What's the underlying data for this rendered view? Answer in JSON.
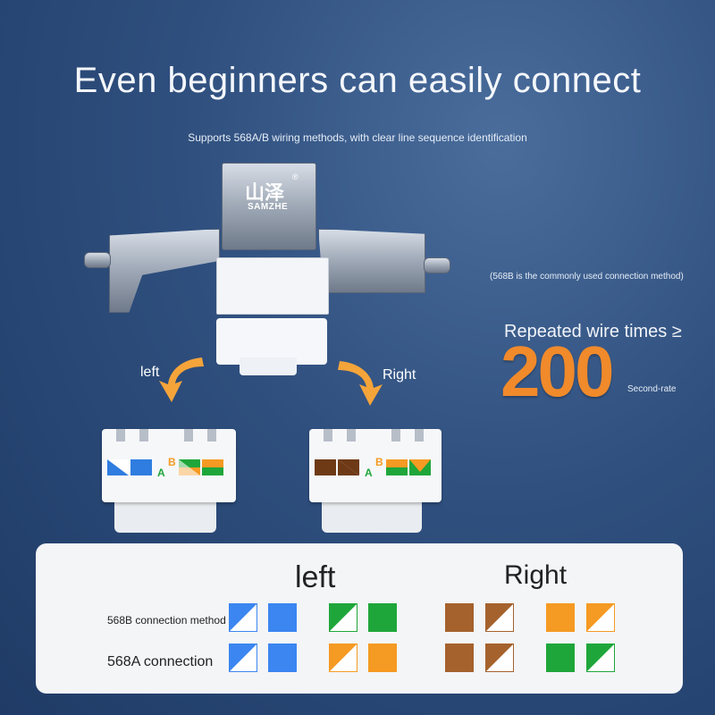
{
  "header": {
    "title": "Even beginners can easily connect",
    "subtitle": "Supports 568A/B wiring methods, with clear line sequence identification"
  },
  "product": {
    "brand_cn": "山泽",
    "brand_en": "SAMZHE",
    "registered_mark": "®",
    "label_left": "left",
    "label_right": "Right"
  },
  "stats": {
    "note": "(568B is the commonly used connection method)",
    "repeat_label": "Repeated wire times ≥",
    "repeat_value": "200",
    "repeat_unit": "Second-rate"
  },
  "cap_labels": {
    "a": "A",
    "b": "B"
  },
  "table": {
    "col_left": "left",
    "col_right": "Right",
    "rows": [
      {
        "label": "568B connection method",
        "cells": [
          {
            "color": "#3b86f0",
            "style": "half"
          },
          {
            "color": "#3b86f0",
            "style": "solid"
          },
          {
            "color": "#1fa63a",
            "style": "half"
          },
          {
            "color": "#1fa63a",
            "style": "solid"
          },
          {
            "color": "#a5622d",
            "style": "solid"
          },
          {
            "color": "#a5622d",
            "style": "half"
          },
          {
            "color": "#f59a23",
            "style": "solid"
          },
          {
            "color": "#f59a23",
            "style": "half"
          }
        ]
      },
      {
        "label": "568A connection",
        "cells": [
          {
            "color": "#3b86f0",
            "style": "half"
          },
          {
            "color": "#3b86f0",
            "style": "solid"
          },
          {
            "color": "#f59a23",
            "style": "half"
          },
          {
            "color": "#f59a23",
            "style": "solid"
          },
          {
            "color": "#a5622d",
            "style": "solid"
          },
          {
            "color": "#a5622d",
            "style": "half"
          },
          {
            "color": "#1fa63a",
            "style": "solid"
          },
          {
            "color": "#1fa63a",
            "style": "half"
          }
        ]
      }
    ]
  },
  "colors": {
    "accent_orange": "#f08a2b",
    "blue": "#3b86f0",
    "green": "#1fa63a",
    "orange": "#f59a23",
    "brown": "#a5622d"
  }
}
